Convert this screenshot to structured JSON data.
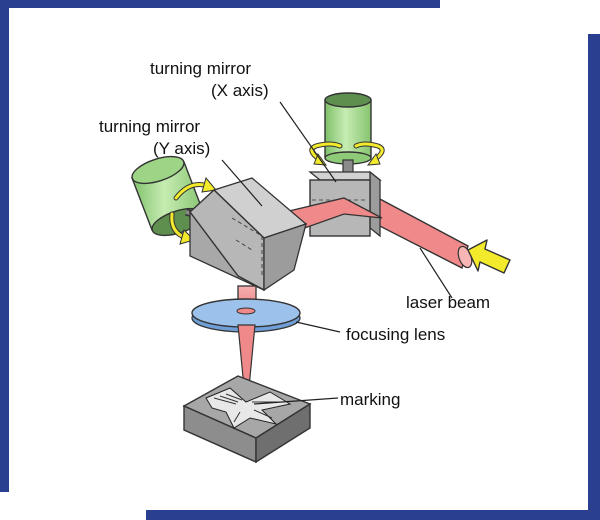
{
  "labels": {
    "turning_mirror_x_line1": "turning mirror",
    "turning_mirror_x_line2": "(X axis)",
    "turning_mirror_y_line1": "turning mirror",
    "turning_mirror_y_line2": "(Y axis)",
    "laser_beam": "laser beam",
    "focusing_lens": "focusing lens",
    "marking": "marking"
  },
  "colors": {
    "frame": "#2a3f8f",
    "motor_green": "#a9d98f",
    "mirror_gray": "#b7b7b7",
    "beam_red": "#f08a8a",
    "lens_blue": "#8fb8e8",
    "arrow_yellow": "#f2ea2a"
  }
}
